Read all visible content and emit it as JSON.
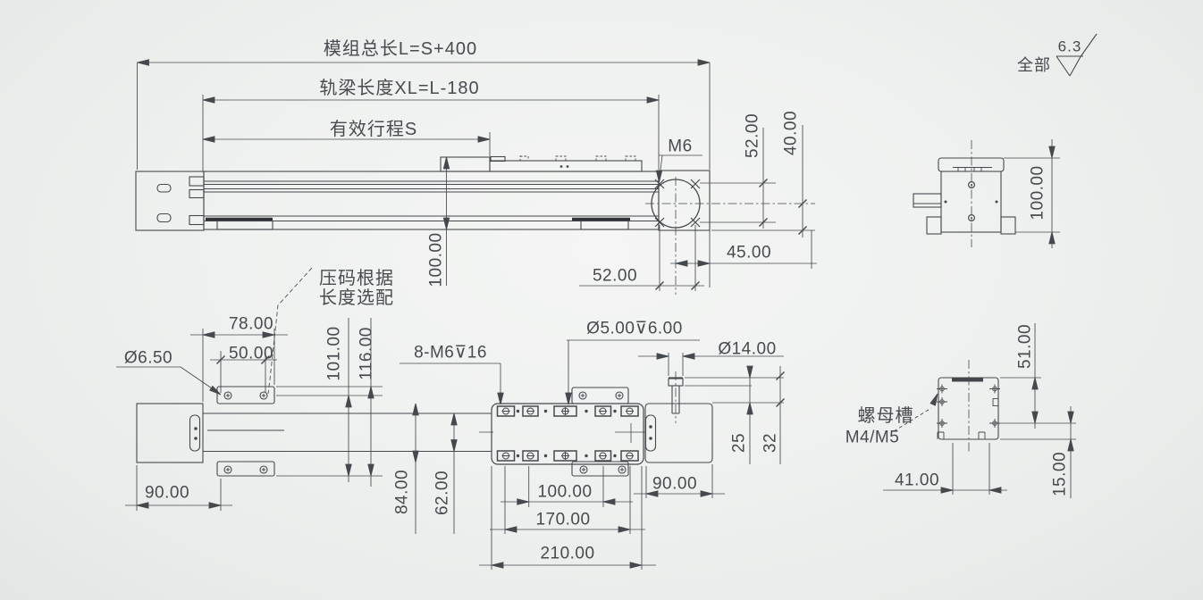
{
  "front_view": {
    "dim_total_length": "模组总长L=S+400",
    "dim_rail_length": "轨梁长度XL=L-180",
    "dim_stroke": "有效行程S",
    "thread_label": "M6",
    "dim_hole_spacing_v": "52.00",
    "dim_center_to_bottom": "40.00",
    "dim_center_to_edge": "45.00",
    "dim_hole_spacing_h": "52.00",
    "dim_body_height": "100.00"
  },
  "surface_finish": {
    "roughness": "6.3",
    "scope": "全部"
  },
  "end_view_top": {
    "dim_height": "100.00"
  },
  "plan_view": {
    "clamp_note_line1": "压码根据",
    "clamp_note_line2": "长度选配",
    "dim_clamp_offset": "78.00",
    "dim_clamp_holes": "50.00",
    "clamp_hole_dia": "Ø6.50",
    "dim_101": "101.00",
    "dim_116": "116.00",
    "thread_callout": "8-M6⊽16",
    "pin_callout": "Ø5.00⊽6.00",
    "shaft_dia": "Ø14.00",
    "dim_25": "25",
    "dim_32": "32",
    "dim_left_block": "90.00",
    "dim_84": "84.00",
    "dim_62": "62.00",
    "dim_screw_span_inner": "100.00",
    "dim_screw_span_outer": "170.00",
    "dim_carriage_length": "210.00",
    "dim_right_block": "90.00"
  },
  "section_view": {
    "nut_slot_note_line1": "螺母槽",
    "nut_slot_note_line2": "M4/M5",
    "dim_bottom_slots": "41.00",
    "dim_51": "51.00",
    "dim_15": "15.00"
  }
}
